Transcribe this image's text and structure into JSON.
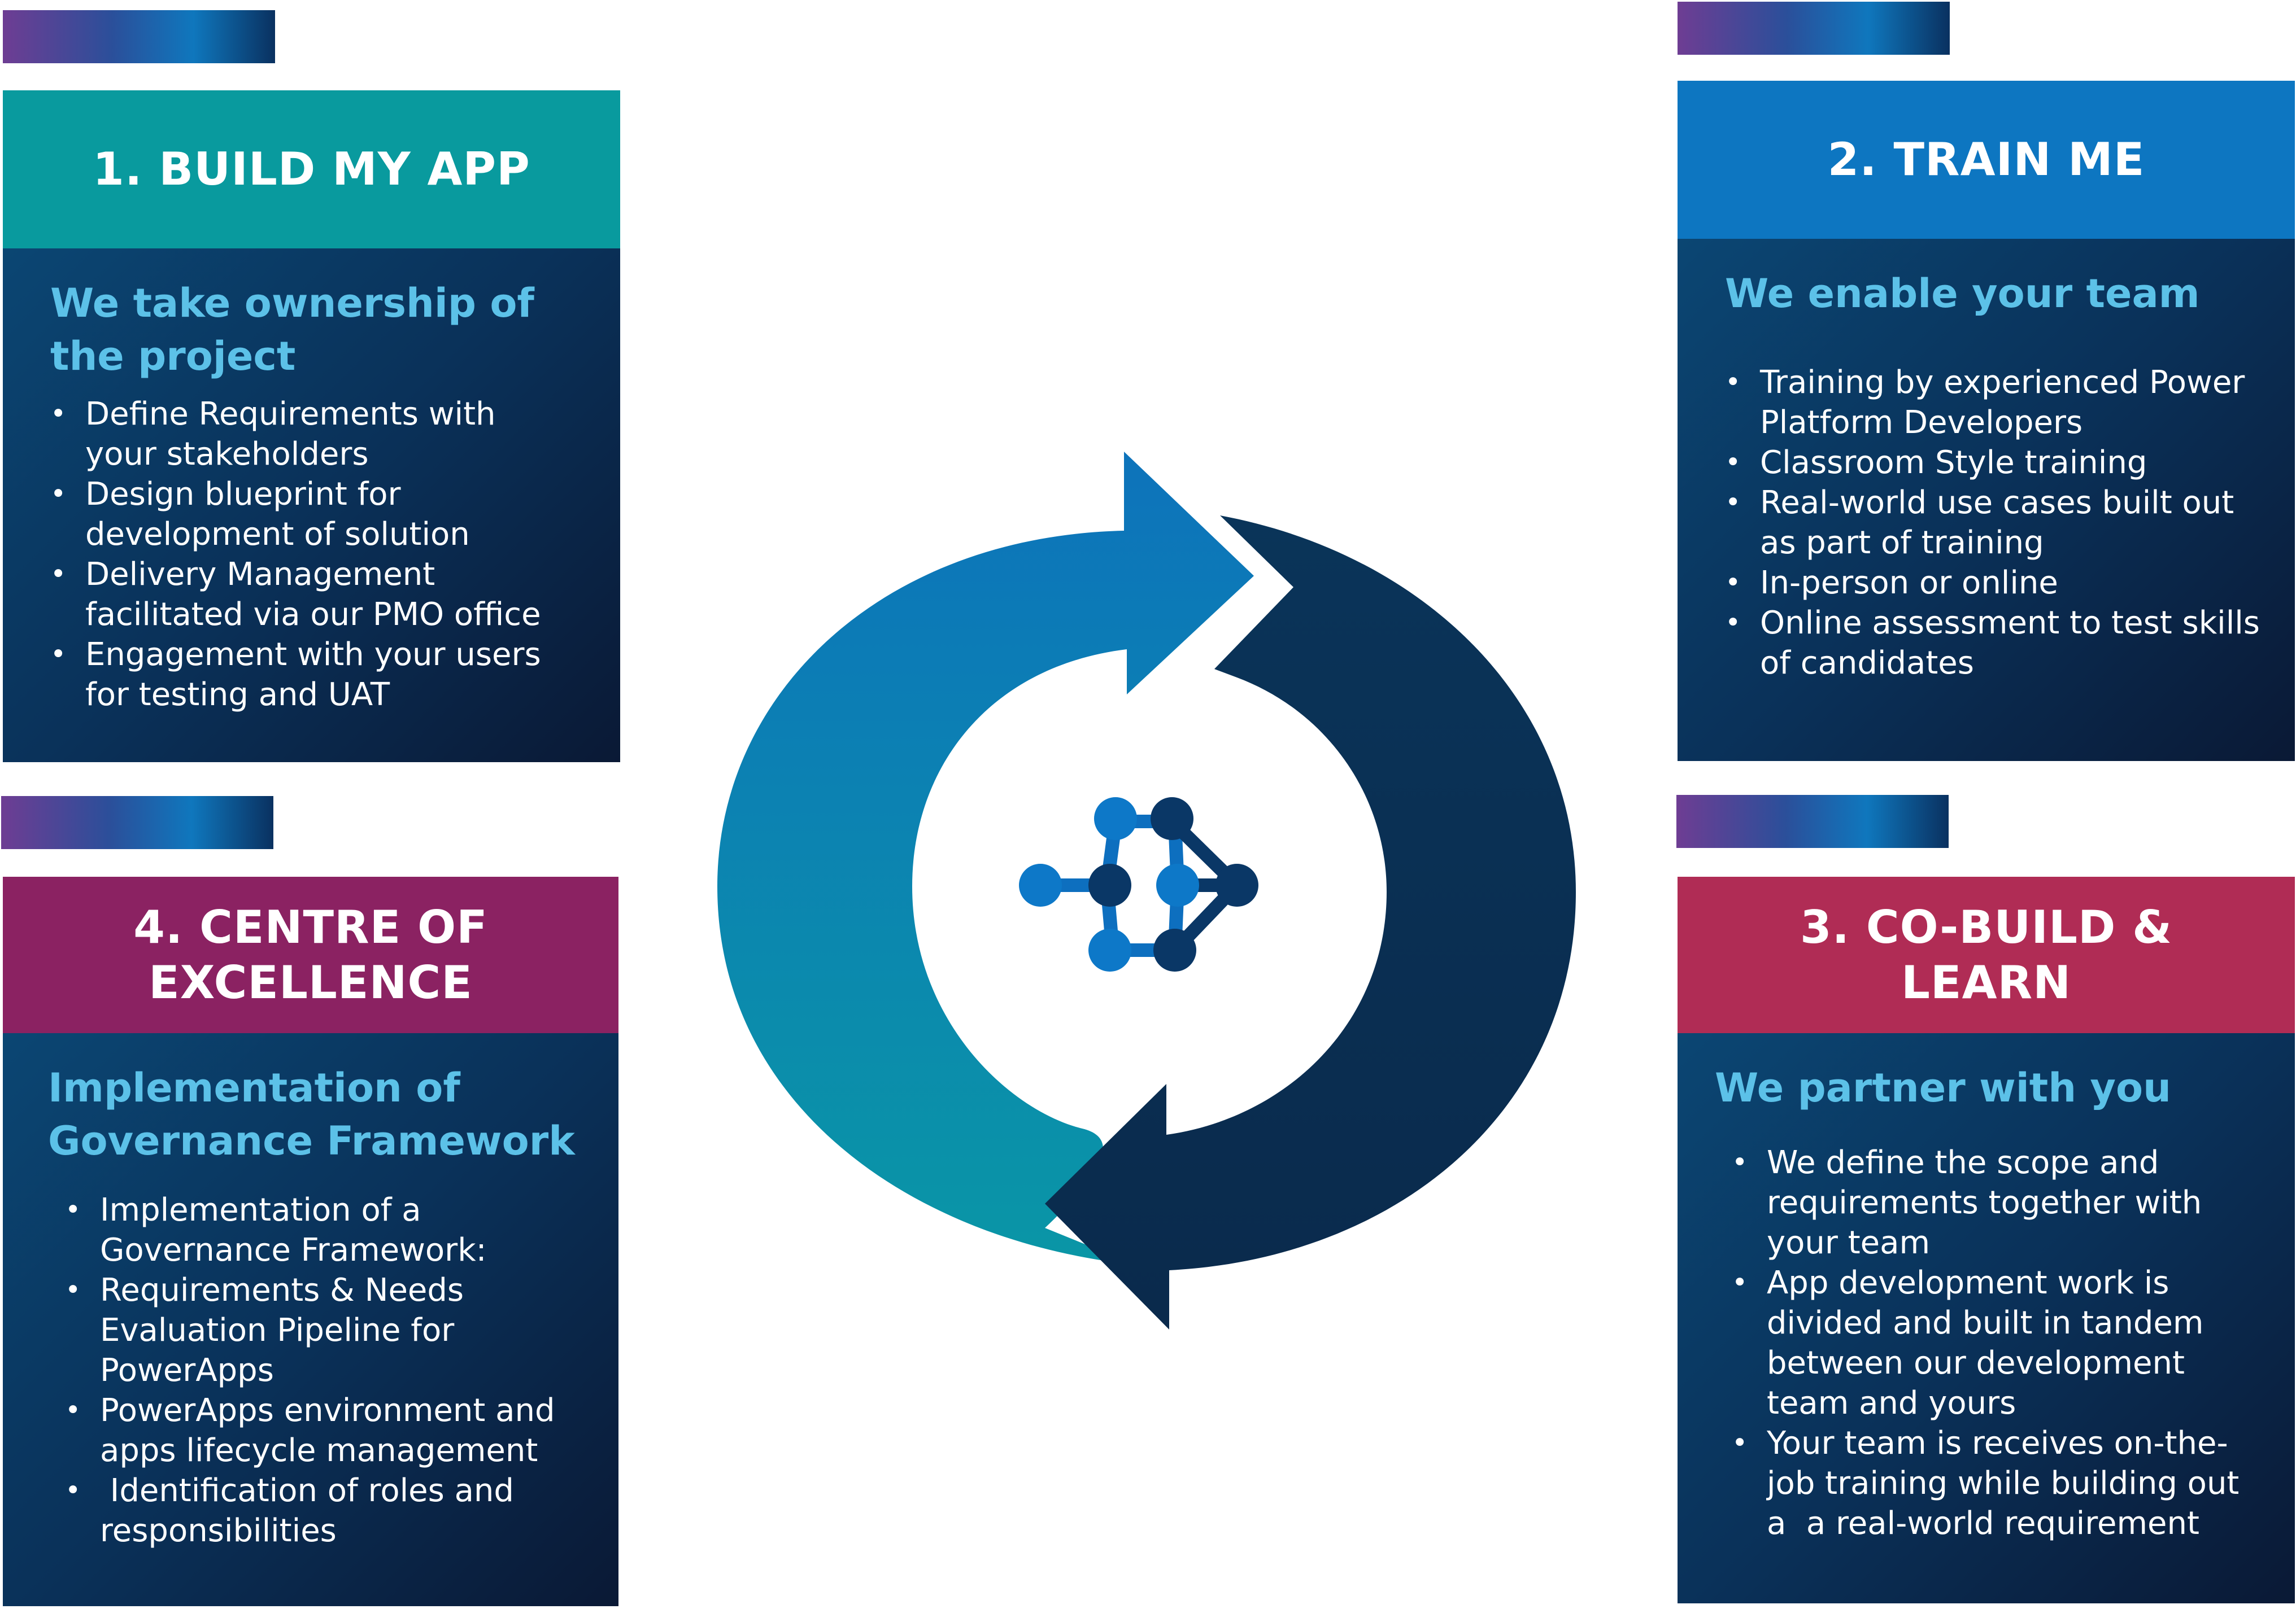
{
  "colors": {
    "teal": "#099a9e",
    "blue": "#0d76c1",
    "crimson": "#b02c55",
    "plum": "#8b2262",
    "navy": "#0a2f57",
    "sky": "#5cc1e8",
    "arrow_light": "#0b7fbe",
    "arrow_dark": "#0a3459"
  },
  "cards": [
    {
      "title_lines": [
        "1. BUILD MY APP"
      ],
      "subtitle_lines": [
        "We take ownership of",
        "the project"
      ],
      "items": [
        [
          "Define Requirements with",
          "your stakeholders"
        ],
        [
          "Design blueprint for",
          "development of solution"
        ],
        [
          "Delivery Management",
          "facilitated via our PMO office"
        ],
        [
          "Engagement with your users",
          "for testing and UAT"
        ]
      ]
    },
    {
      "title_lines": [
        "2. TRAIN ME"
      ],
      "subtitle_lines": [
        "We enable your team"
      ],
      "items": [
        [
          "Training by experienced Power",
          "Platform Developers"
        ],
        [
          "Classroom Style training"
        ],
        [
          "Real-world use cases built out",
          "as part of training"
        ],
        [
          "In-person or online"
        ],
        [
          "Online assessment to test skills",
          "of candidates"
        ]
      ]
    },
    {
      "title_lines": [
        "3. CO-BUILD &",
        "LEARN"
      ],
      "subtitle_lines": [
        "We partner with you"
      ],
      "items": [
        [
          "We define the scope and",
          "requirements together with",
          "your team"
        ],
        [
          "App development work is",
          "divided and built in tandem",
          "between our development",
          "team and yours"
        ],
        [
          "Your team is receives on-the-",
          "job training while building out",
          "a  a real-world requirement"
        ]
      ]
    },
    {
      "title_lines": [
        "4. CENTRE OF",
        "EXCELLENCE"
      ],
      "subtitle_lines": [
        "Implementation of",
        "Governance Framework"
      ],
      "items": [
        [
          "Implementation of a",
          "Governance Framework:"
        ],
        [
          "Requirements & Needs",
          "Evaluation Pipeline for",
          "PowerApps"
        ],
        [
          "PowerApps environment and",
          "apps lifecycle management"
        ],
        [
          " Identification of roles and",
          "responsibilities"
        ]
      ]
    }
  ]
}
